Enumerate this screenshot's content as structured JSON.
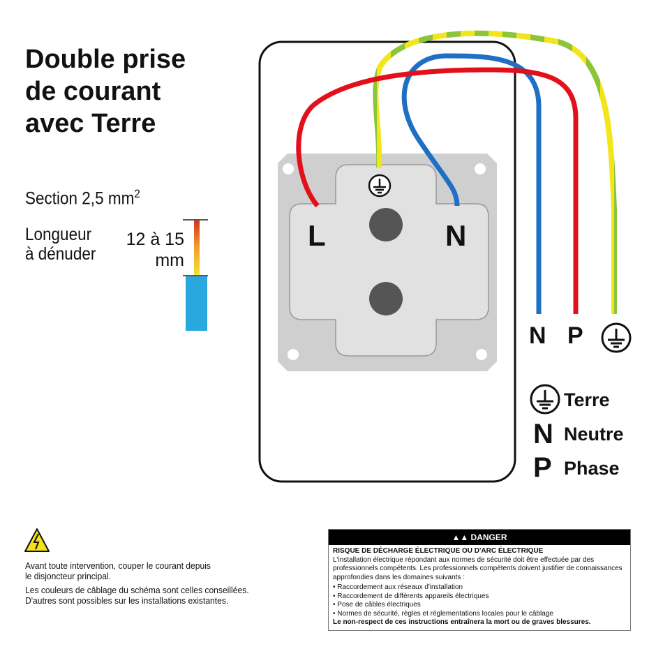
{
  "title": [
    "Double prise",
    "de courant",
    "avec Terre"
  ],
  "section": {
    "label": "Section 2,5 mm",
    "sup": "2"
  },
  "strip": {
    "label": [
      "Longueur",
      "à dénuder"
    ],
    "length": [
      "12 à 15",
      "mm"
    ]
  },
  "socket": {
    "left_terminal": "L",
    "right_terminal": "N"
  },
  "wire_labels": {
    "neutral": "N",
    "phase": "P"
  },
  "legend": [
    {
      "symbol": "earth-icon",
      "label": "Terre"
    },
    {
      "symbol": "N",
      "label": "Neutre"
    },
    {
      "symbol": "P",
      "label": "Phase"
    }
  ],
  "colors": {
    "phase": "#e3101b",
    "neutral": "#1f6fc4",
    "earth_yellow": "#f2e51a",
    "earth_green": "#8cc43a",
    "plate": "#cfcfcf",
    "socket": "#e1e1e1"
  },
  "warning": {
    "line1": [
      "Avant toute intervention, couper le courant depuis",
      "le disjoncteur principal."
    ],
    "line2": [
      "Les couleurs de câblage du schéma sont celles conseillées.",
      "D'autres sont possibles sur les installations existantes."
    ]
  },
  "danger": {
    "header": "DANGER",
    "title": "RISQUE DE DÉCHARGE ÉLECTRIQUE OU D'ARC ÉLECTRIQUE",
    "intro": "L'installation électrique répondant aux normes de sécurité doit être effectuée par des professionnels compétents. Les professionnels compétents doivent justifier de connaissances approfondies dans les domaines suivants :",
    "items": [
      "• Raccordement aux réseaux d'installation",
      "• Raccordement de différents appareils électriques",
      "• Pose de câbles électriques",
      "• Normes de sécurité, règles et réglementations locales pour le câblage"
    ],
    "footer": "Le non-respect de ces instructions entraînera la mort ou de graves blessures."
  }
}
